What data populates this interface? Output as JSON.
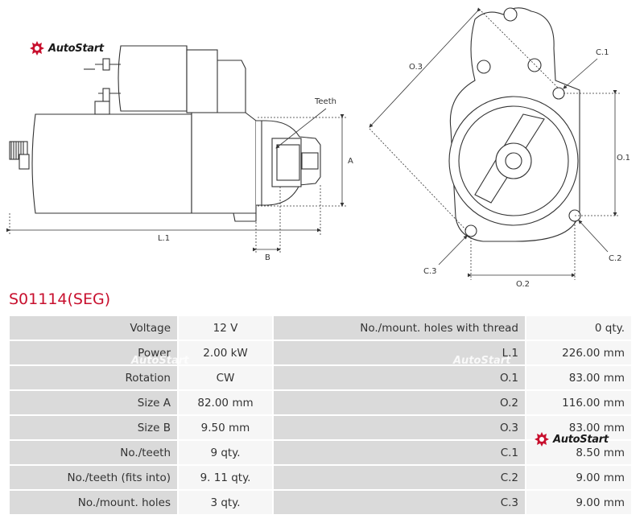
{
  "brand": {
    "logo_text": "AutoStart",
    "accent": "#c8102e"
  },
  "drawing": {
    "labels": {
      "teeth": "Teeth",
      "a": "A",
      "b": "B",
      "l1": "L.1",
      "o1": "O.1",
      "o2": "O.2",
      "o3": "O.3",
      "c1": "C.1",
      "c2": "C.2",
      "c3": "C.3"
    }
  },
  "product": {
    "title": "S01114(SEG)"
  },
  "specs": {
    "rows": [
      {
        "k1": "Voltage",
        "v1": "12 V",
        "k2": "No./mount. holes with thread",
        "v2": "0 qty."
      },
      {
        "k1": "Power",
        "v1": "2.00 kW",
        "k2": "L.1",
        "v2": "226.00 mm"
      },
      {
        "k1": "Rotation",
        "v1": "CW",
        "k2": "O.1",
        "v2": "83.00 mm"
      },
      {
        "k1": "Size A",
        "v1": "82.00 mm",
        "k2": "O.2",
        "v2": "116.00 mm"
      },
      {
        "k1": "Size B",
        "v1": "9.50 mm",
        "k2": "O.3",
        "v2": "83.00 mm"
      },
      {
        "k1": "No./teeth",
        "v1": "9 qty.",
        "k2": "C.1",
        "v2": "8.50 mm"
      },
      {
        "k1": "No./teeth (fits into)",
        "v1": "9. 11 qty.",
        "k2": "C.2",
        "v2": "9.00 mm"
      },
      {
        "k1": "No./mount. holes",
        "v1": "3 qty.",
        "k2": "C.3",
        "v2": "9.00 mm"
      }
    ]
  }
}
